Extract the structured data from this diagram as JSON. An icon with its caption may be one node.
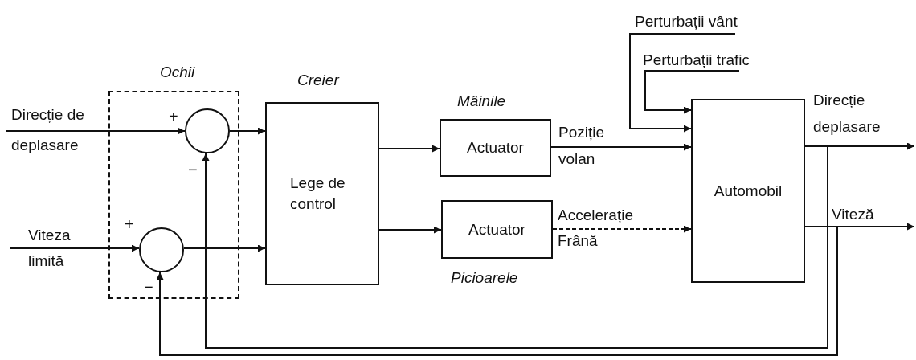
{
  "diagram": {
    "nodes": [
      {
        "text": [
          "Ochii"
        ]
      },
      {
        "text": [],
        "shape": "circle",
        "in": 0,
        "beside": [
          "+",
          "−"
        ]
      },
      {
        "text": [],
        "shape": "circle",
        "in": 0,
        "beside": [
          "+",
          "−"
        ]
      },
      {
        "text": [
          "Creier",
          "Lege de control"
        ]
      },
      {
        "text": [
          "Mâinile",
          "Actuator"
        ]
      },
      {
        "text": [
          "Actuator",
          "Picioarele"
        ]
      },
      {
        "text": [
          "Perturbații vânt"
        ]
      },
      {
        "text": [
          "Perturbații trafic"
        ]
      },
      {
        "text": [
          "Automobil"
        ]
      }
    ],
    "edges": [
      {
        "from": null,
        "to": 1,
        "arrow": "to",
        "label": "Direcție de deplasare"
      },
      {
        "from": null,
        "to": 2,
        "arrow": "to",
        "label": "Viteza limită"
      },
      {
        "from": 1,
        "to": 3,
        "arrow": "to"
      },
      {
        "from": 2,
        "to": 3,
        "arrow": "to"
      },
      {
        "from": 3,
        "to": 4,
        "arrow": "to"
      },
      {
        "from": 3,
        "to": 5,
        "arrow": "to"
      },
      {
        "from": 4,
        "to": 8,
        "arrow": "to",
        "label": "Poziție volan"
      },
      {
        "from": 5,
        "to": 8,
        "arrow": "to",
        "label": "Accelerație Frână",
        "style": "dashed"
      },
      {
        "from": 6,
        "to": 8,
        "arrow": "to"
      },
      {
        "from": 7,
        "to": 8,
        "arrow": "to"
      },
      {
        "from": 8,
        "to": null,
        "arrow": "to",
        "label": "Direcție deplasare"
      },
      {
        "from": 8,
        "to": null,
        "arrow": "to",
        "label": "Viteză"
      },
      {
        "from": 8,
        "to": 1,
        "arrow": "to"
      },
      {
        "from": 8,
        "to": 2,
        "arrow": "to"
      }
    ]
  }
}
